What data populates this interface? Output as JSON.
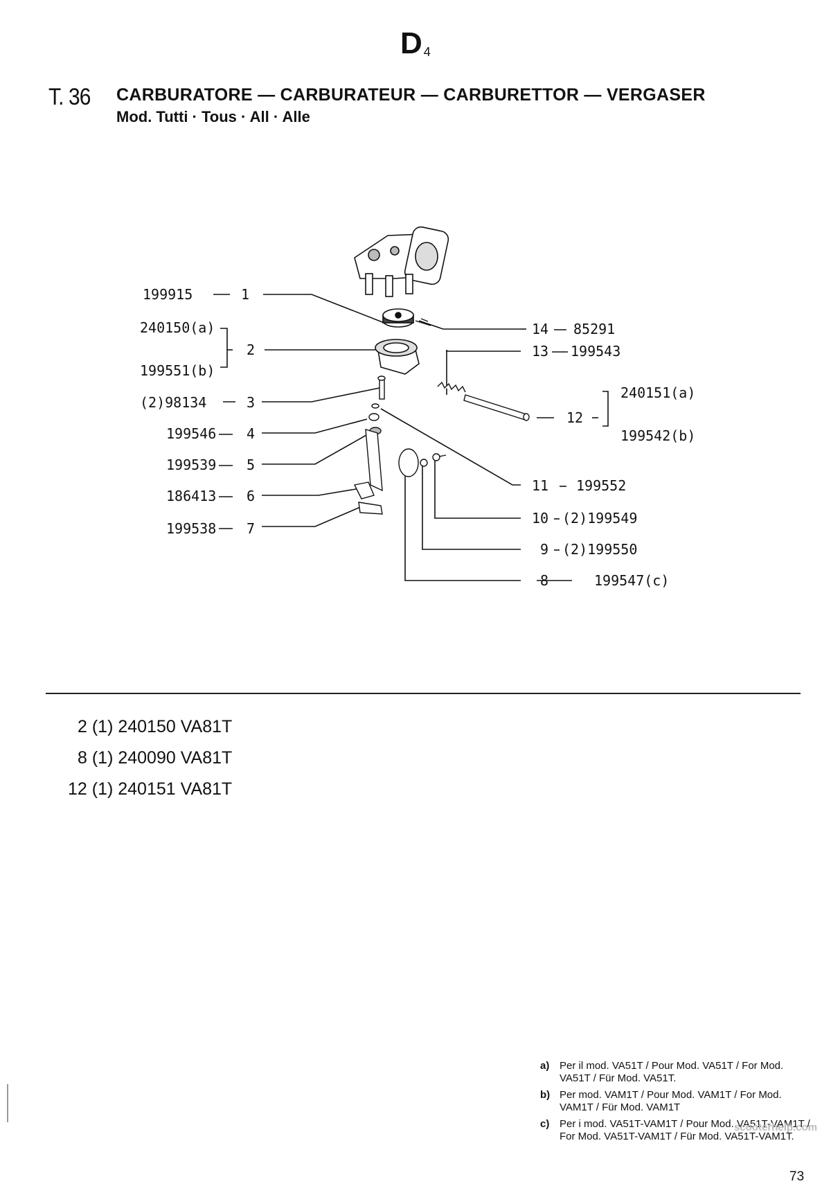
{
  "header": {
    "section_code": "D",
    "section_sub": "4",
    "table_number": "T. 36",
    "title": "CARBURATORE — CARBURATEUR — CARBURETTOR — VERGASER",
    "subtitle": "Mod. Tutti · Tous · All · Alle"
  },
  "callouts_left": [
    {
      "code": "199915",
      "ref": "1"
    },
    {
      "code": "240150(a)",
      "ref": "2"
    },
    {
      "code": "199551(b)",
      "ref": "2"
    },
    {
      "code": "(2)98134",
      "ref": "3"
    },
    {
      "code": "199546",
      "ref": "4"
    },
    {
      "code": "199539",
      "ref": "5"
    },
    {
      "code": "186413",
      "ref": "6"
    },
    {
      "code": "199538",
      "ref": "7"
    }
  ],
  "callouts_right": [
    {
      "ref": "14",
      "code": "85291"
    },
    {
      "ref": "13",
      "code": "199543"
    },
    {
      "ref": "12",
      "code": "240151(a)"
    },
    {
      "ref": "12",
      "code": "199542(b)"
    },
    {
      "ref": "11",
      "code": "199552"
    },
    {
      "ref": "10",
      "code": "(2)199549"
    },
    {
      "ref": "9",
      "code": "(2)199550"
    },
    {
      "ref": "8",
      "code": "199547(c)"
    }
  ],
  "variants": [
    "2 (1) 240150 VA81T",
    "8 (1) 240090 VA81T",
    "12 (1) 240151 VA81T"
  ],
  "notes": [
    {
      "key": "a)",
      "text": "Per il mod. VA51T / Pour Mod. VA51T / For Mod. VA51T / Für Mod. VA51T."
    },
    {
      "key": "b)",
      "text": "Per mod. VAM1T / Pour Mod. VAM1T / For Mod. VAM1T / Für Mod. VAM1T"
    },
    {
      "key": "c)",
      "text": "Per i mod. VA51T-VAM1T / Pour Mod. VA51T-VAM1T / For Mod. VA51T-VAM1T / Für Mod. VA51T-VAM1T."
    }
  ],
  "watermark": "scooterhelp.com",
  "page_number": "73"
}
